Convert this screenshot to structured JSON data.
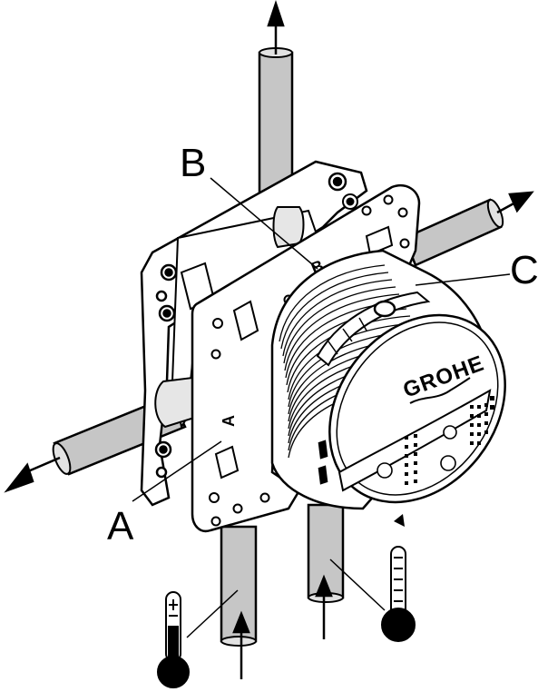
{
  "callouts": {
    "a": "A",
    "b": "B",
    "c": "C"
  },
  "body_labels": {
    "port_a": "A",
    "port_b": "B"
  },
  "brand": "GROHE",
  "icons": {
    "cold": "cold-thermometer-icon",
    "hot": "hot-thermometer-icon"
  },
  "colors": {
    "pipe": "#c6c6c6",
    "line": "#000000",
    "body": "#ffffff"
  }
}
